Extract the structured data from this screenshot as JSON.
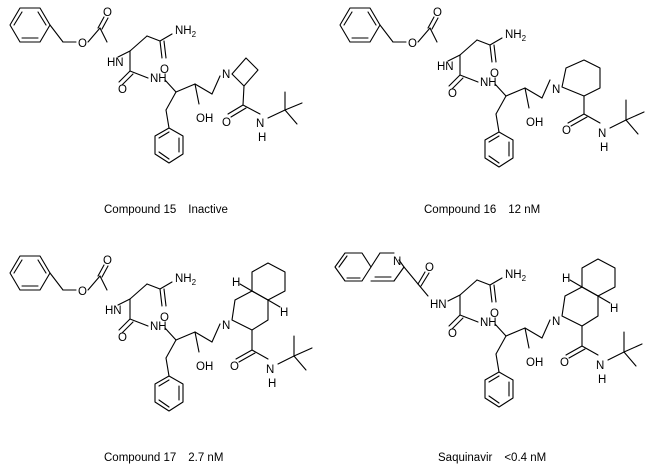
{
  "compounds": [
    {
      "name": "Compound 15",
      "activity": "Inactive"
    },
    {
      "name": "Compound 16",
      "activity": "12 nM"
    },
    {
      "name": "Compound 17",
      "activity": "2.7 nM"
    },
    {
      "name": "Saquinavir",
      "activity": "<0.4 nM"
    }
  ],
  "atoms": {
    "O": "O",
    "NH": "NH",
    "HN": "HN",
    "N": "N",
    "H": "H",
    "OH": "OH",
    "NH2": "NH",
    "sub2": "2"
  }
}
